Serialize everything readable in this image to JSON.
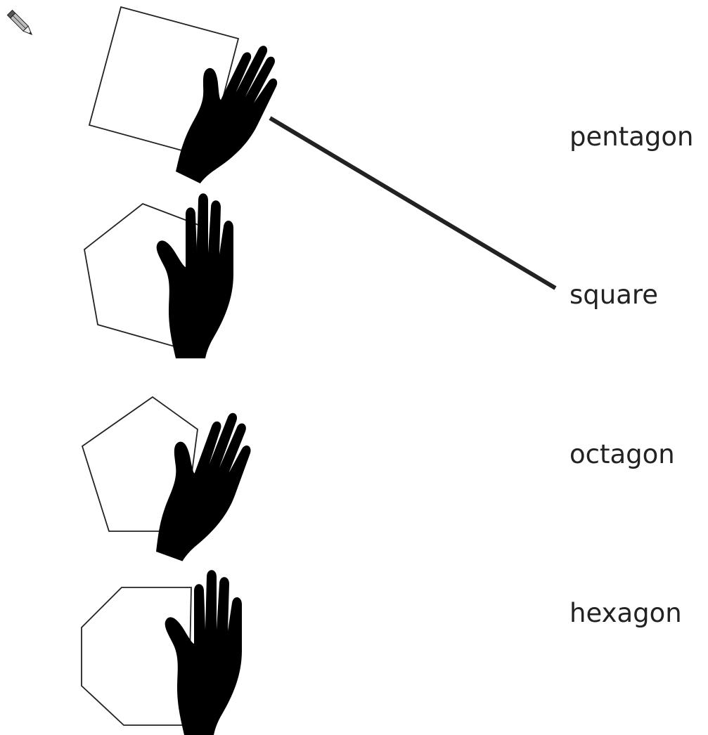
{
  "activity": {
    "icon": "pencil-icon",
    "words": [
      "pentagon",
      "square",
      "octagon",
      "hexagon"
    ],
    "matches": [
      {
        "picture": "square",
        "word": "square"
      }
    ]
  },
  "colors": {
    "ink": "#222222",
    "hand_fill": "#e6e6e6",
    "background": "#ffffff"
  }
}
